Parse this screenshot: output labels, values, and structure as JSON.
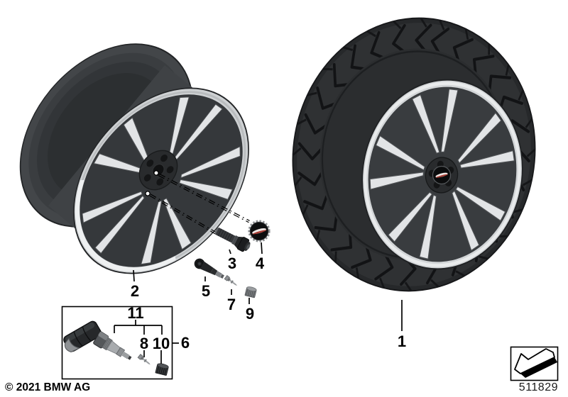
{
  "footer": {
    "copyright": "© 2021 BMW AG",
    "diagram_number": "511829"
  },
  "labels": {
    "p1": "1",
    "p2": "2",
    "p3": "3",
    "p4": "4",
    "p5": "5",
    "p6": "6",
    "p7": "7",
    "p8": "8",
    "p9": "9",
    "p10": "10",
    "p11": "11"
  },
  "colors": {
    "background": "#ffffff",
    "line": "#000000",
    "wheel_face_dark": "#35383b",
    "wheel_silver": "#e2e4e6",
    "rim_lip_silver": "#ced1d3",
    "tire_black": "#26282a",
    "tread_groove": "#121315",
    "logo_red": "#a63a31",
    "logo_white": "#efe7e5"
  }
}
